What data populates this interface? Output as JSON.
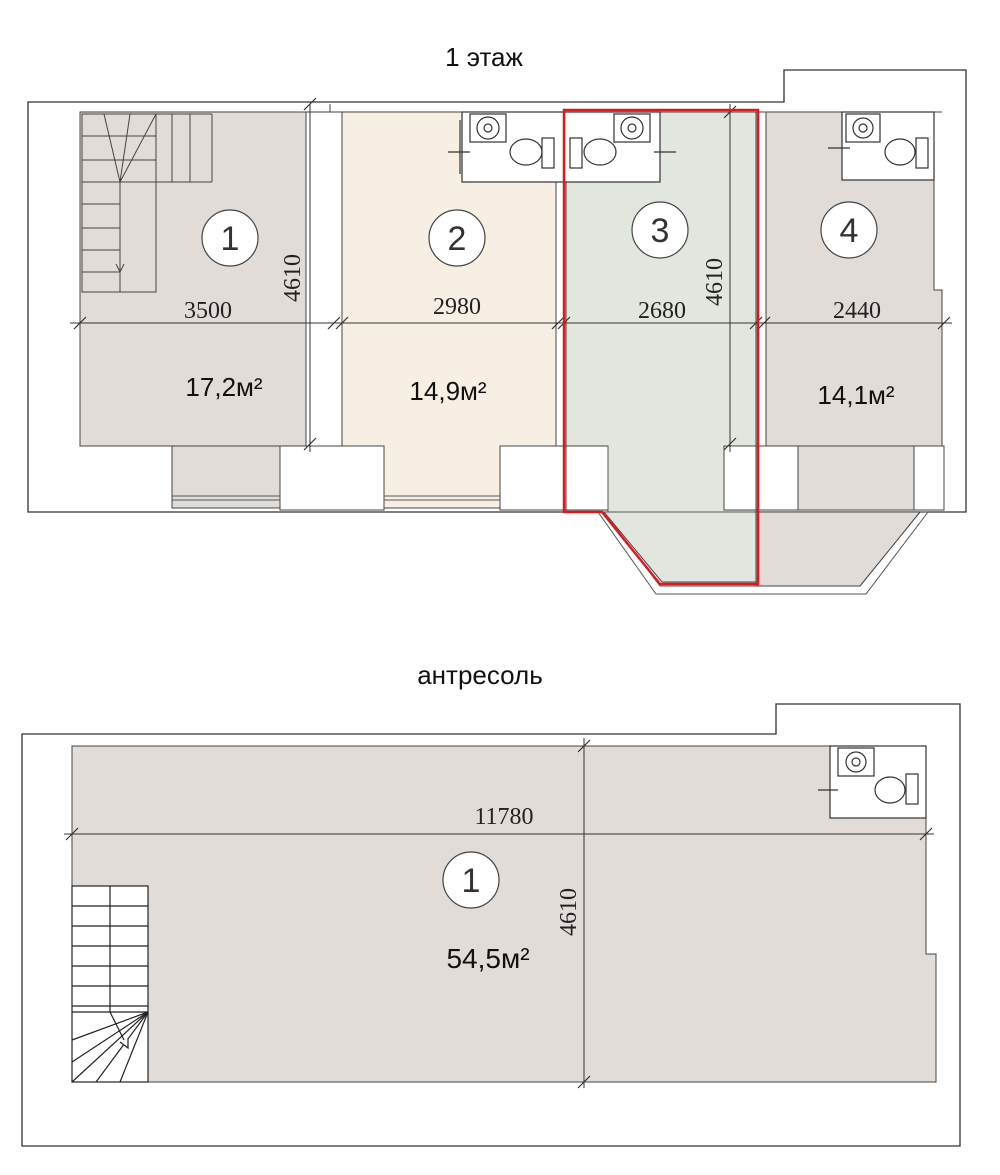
{
  "floor1": {
    "title": "1 этаж",
    "rooms": [
      {
        "number": "1",
        "area": "17,2м²",
        "width": "3500",
        "depth": "4610",
        "fill": "#e2dcd9"
      },
      {
        "number": "2",
        "area": "14,9м²",
        "width": "2980",
        "fill": "#f8efe4"
      },
      {
        "number": "3",
        "area": "",
        "width": "2680",
        "depth": "4610",
        "fill": "#e1e7de",
        "highlighted": true
      },
      {
        "number": "4",
        "area": "14,1м²",
        "width": "2440",
        "fill": "#e2dcd9"
      }
    ]
  },
  "mezzanine": {
    "title": "антресоль",
    "rooms": [
      {
        "number": "1",
        "area": "54,5м²",
        "width": "11780",
        "depth": "4610",
        "fill": "#e2dcd9"
      }
    ]
  },
  "colors": {
    "highlight": "#e0181e",
    "wall": "#222222",
    "room_grey": "#e2dcd9",
    "room_beige": "#f8efe4",
    "room_green": "#e1e7de"
  },
  "icons": [
    "staircase-icon",
    "toilet-icon",
    "sink-icon"
  ]
}
